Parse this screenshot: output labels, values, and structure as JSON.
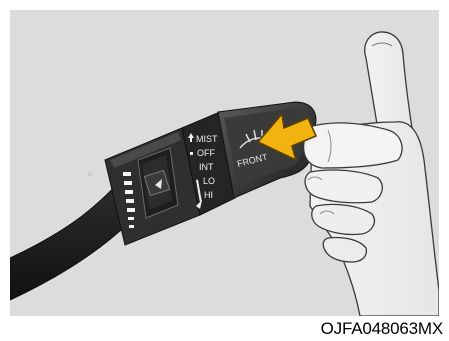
{
  "caption": "OJFA048063MX",
  "switch_labels": {
    "ring_label": "INT",
    "positions": [
      "MIST",
      "OFF",
      "INT",
      "LO",
      "HI"
    ],
    "washer_label": "FRONT"
  },
  "icons": [
    "wiper-stalk",
    "hand",
    "arrow-icon"
  ],
  "colors": {
    "background": "#dcdcdc",
    "arrow_fill": "#f2b20f",
    "stalk": "#2a2a2a"
  }
}
